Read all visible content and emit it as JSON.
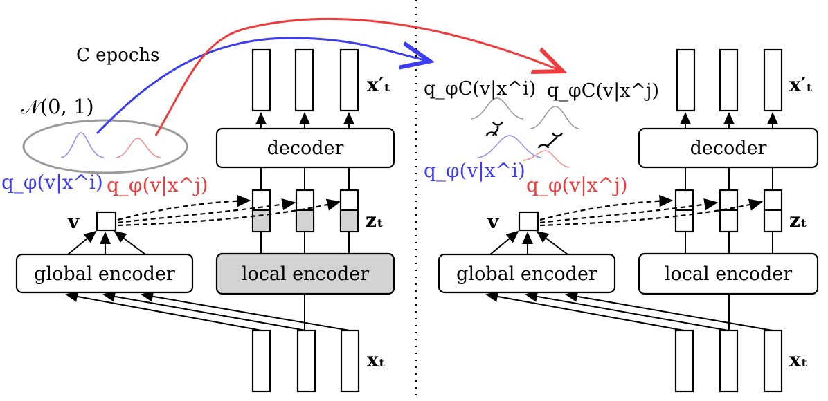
{
  "left": {
    "decoder_label": "decoder",
    "local_encoder_label": "local encoder",
    "global_encoder_label": "global encoder",
    "v_label": "v",
    "xt_prime_label": "x′ₜ",
    "zt_label": "zₜ",
    "xt_label": "xₜ",
    "epochs_label": "C  epochs",
    "normal_label": "𝒩(0, 1)",
    "q_i_label": "q_φ(v|x^i)",
    "q_j_label": "q_φ(v|x^j)"
  },
  "right": {
    "decoder_label": "decoder",
    "local_encoder_label": "local encoder",
    "global_encoder_label": "global encoder",
    "v_label": "v",
    "xt_prime_label": "x′ₜ",
    "zt_label": "zₜ",
    "xt_label": "xₜ",
    "qC_i_label": "q_φC(v|x^i)",
    "qC_j_label": "q_φC(v|x^j)",
    "q_i_label": "q_φ(v|x^i)",
    "q_j_label": "q_φ(v|x^j)"
  },
  "colors": {
    "blue": "#3c3cf0",
    "red": "#ee3b3b",
    "light_blue": "#8f8ff5",
    "light_red": "#f58f8f",
    "gray_fill": "#d3d3d3",
    "gray_line": "#9a9a9a"
  }
}
